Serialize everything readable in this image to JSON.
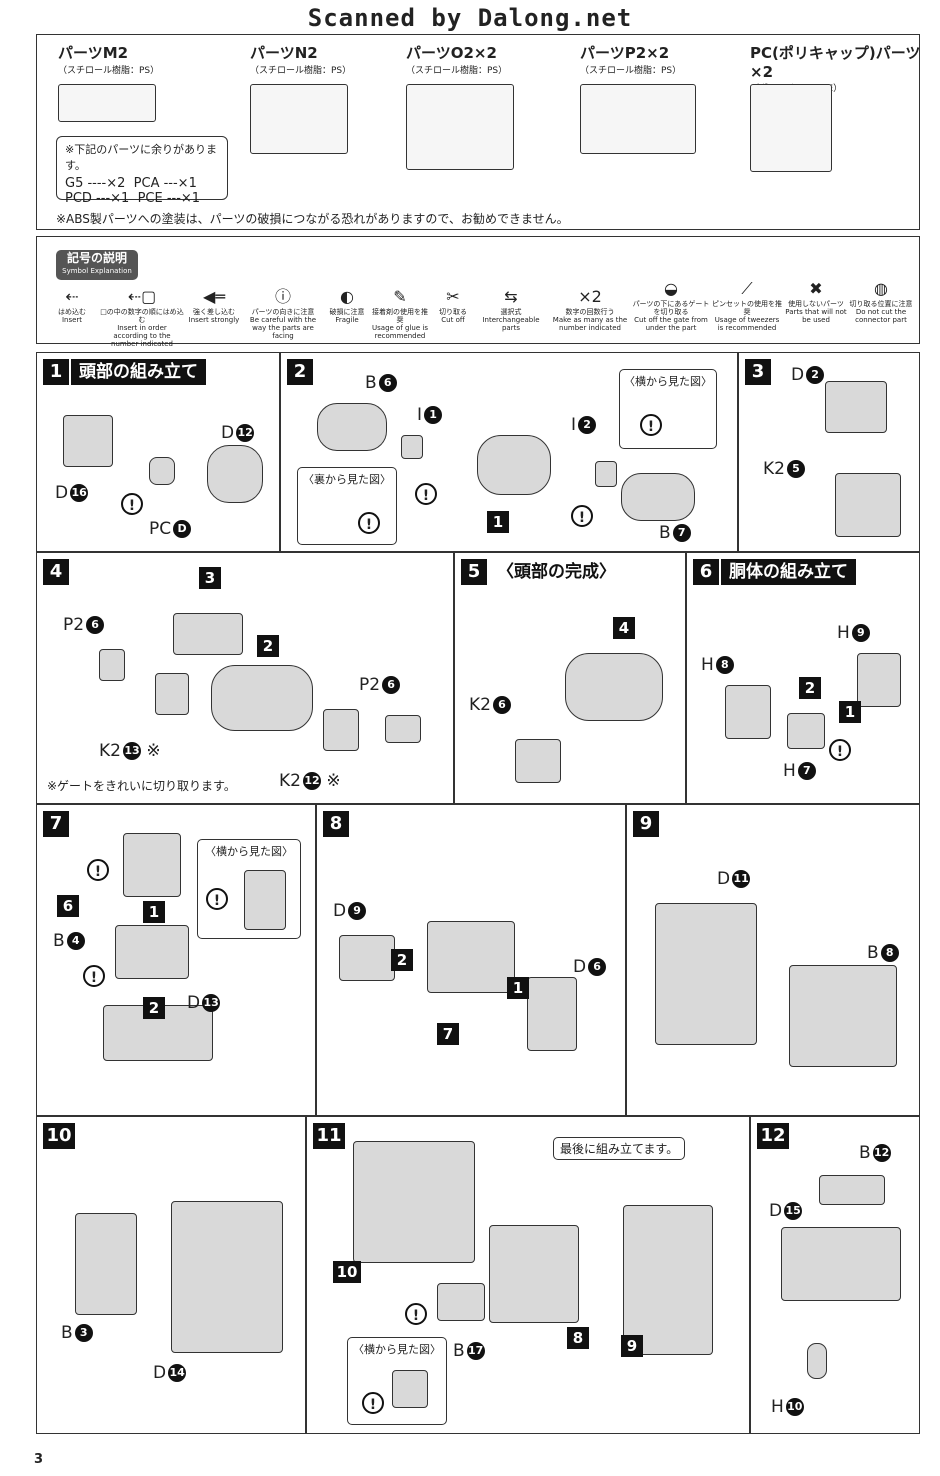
{
  "watermark": "Scanned by Dalong.net",
  "runners": [
    {
      "title": "パーツM2",
      "sub": "（スチロール樹脂：PS）"
    },
    {
      "title": "パーツN2",
      "sub": "（スチロール樹脂：PS）"
    },
    {
      "title": "パーツO2×2",
      "sub": "（スチロール樹脂：PS）"
    },
    {
      "title": "パーツP2×2",
      "sub": "（スチロール樹脂：PS）"
    },
    {
      "title": "PC(ポリキャップ)パーツ×2",
      "sub": "（ポリエチレン：PE）"
    }
  ],
  "spare": {
    "title": "※下記のパーツに余りがあります。",
    "line1a": "G5 ----×2",
    "line1b": "PCA ---×1",
    "line2a": "PCD ---×1",
    "line2b": "PCE ---×1"
  },
  "abs_note": "※ABS製パーツへの塗装は、パーツの破損につながる恐れがありますので、お勧めできません。",
  "symbols_title": "記号の説明",
  "symbols_sub": "Symbol Explanation",
  "symbols": [
    {
      "jp": "はめ込む",
      "en": "Insert"
    },
    {
      "jp": "□の中の数字の順にはめ込む",
      "en": "Insert in order according to the number indicated"
    },
    {
      "jp": "強く差し込む",
      "en": "Insert strongly"
    },
    {
      "jp": "パーツの向きに注意",
      "en": "Be careful with the way the parts are facing"
    },
    {
      "jp": "破損に注意",
      "en": "Fragile"
    },
    {
      "jp": "接着剤の使用を推奨",
      "en": "Usage of glue is recommended"
    },
    {
      "jp": "切り取る",
      "en": "Cut off"
    },
    {
      "jp": "選択式",
      "en": "Interchangeable parts"
    },
    {
      "jp": "数字の回数行う",
      "en": "Make as many as the number indicated"
    },
    {
      "jp": "パーツの下にあるゲートを切り取る",
      "en": "Cut off the gate from under the part"
    },
    {
      "jp": "ピンセットの使用を推奨",
      "en": "Usage of tweezers is recommended"
    },
    {
      "jp": "使用しないパーツ",
      "en": "Parts that will not be used"
    },
    {
      "jp": "切り取る位置に注意",
      "en": "Do not cut the connector part"
    }
  ],
  "steps": [
    {
      "n": "1",
      "title": "頭部の組み立て"
    },
    {
      "n": "2",
      "title": ""
    },
    {
      "n": "3",
      "title": ""
    },
    {
      "n": "4",
      "title": ""
    },
    {
      "n": "5",
      "title": "〈頭部の完成〉"
    },
    {
      "n": "6",
      "title": "胴体の組み立て"
    },
    {
      "n": "7",
      "title": ""
    },
    {
      "n": "8",
      "title": ""
    },
    {
      "n": "9",
      "title": ""
    },
    {
      "n": "10",
      "title": ""
    },
    {
      "n": "11",
      "title": ""
    },
    {
      "n": "12",
      "title": ""
    }
  ],
  "insets": {
    "side_view": "〈横から見た図〉",
    "back_view": "〈裏から見た図〉",
    "last_assemble": "最後に組み立てます。"
  },
  "gate_note": "※ゲートをきれいに切り取ります。",
  "page_number": "3"
}
